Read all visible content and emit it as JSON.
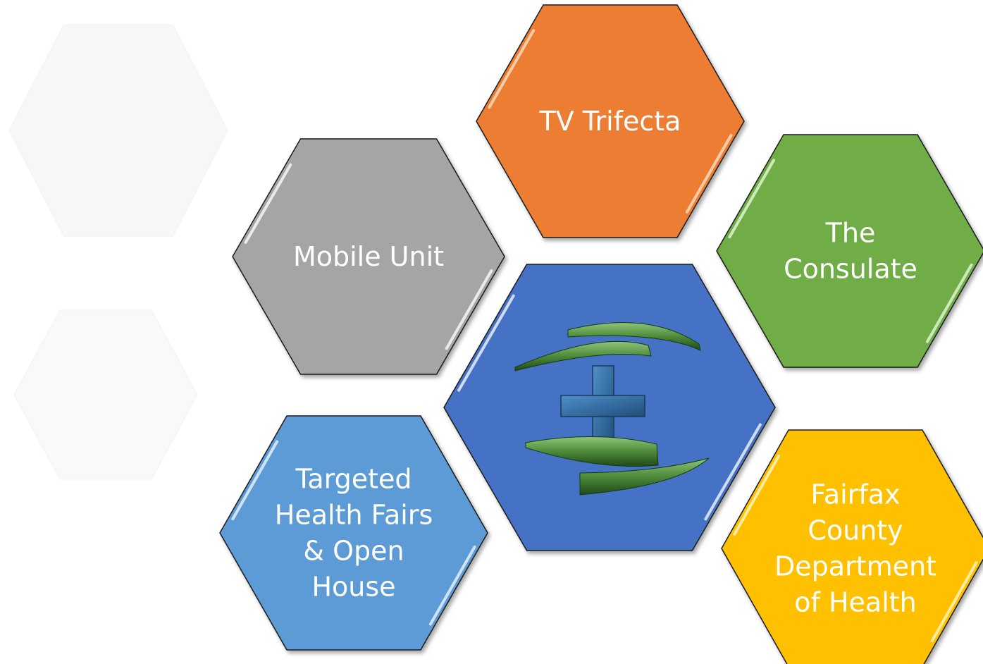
{
  "diagram": {
    "hexagons": [
      {
        "id": "tv-trifecta",
        "lines": [
          "TV Trifecta"
        ],
        "color": "#ED7D31",
        "highlight": "#FBD5B5"
      },
      {
        "id": "mobile-unit",
        "lines": [
          "Mobile Unit"
        ],
        "color": "#A5A5A5",
        "highlight": "#F2F2F2"
      },
      {
        "id": "the-consulate",
        "lines": [
          "The",
          "Consulate"
        ],
        "color": "#70AD47",
        "highlight": "#D9F0C8"
      },
      {
        "id": "targeted-health-fairs",
        "lines": [
          "Targeted",
          "Health Fairs",
          "& Open",
          "House"
        ],
        "color": "#5B9BD5",
        "highlight": "#DCEBF8"
      },
      {
        "id": "fairfax-county",
        "lines": [
          "Fairfax",
          "County",
          "Department",
          "of Health"
        ],
        "color": "#FFC000",
        "highlight": "#FFF2B3"
      }
    ],
    "center": {
      "id": "center-logo",
      "color": "#4472C4",
      "highlight": "#CFDCF4",
      "logo": {
        "icon": "medical-cross-logo-icon",
        "cross_color": "#2E75B6",
        "arc_color": "#4E8A3A"
      }
    },
    "ghost_hexagons": [
      {
        "id": "faded-hexagon-top-left",
        "color": "#F7F7F7"
      },
      {
        "id": "faded-hexagon-bottom-left",
        "color": "#F9F9F9"
      }
    ]
  }
}
